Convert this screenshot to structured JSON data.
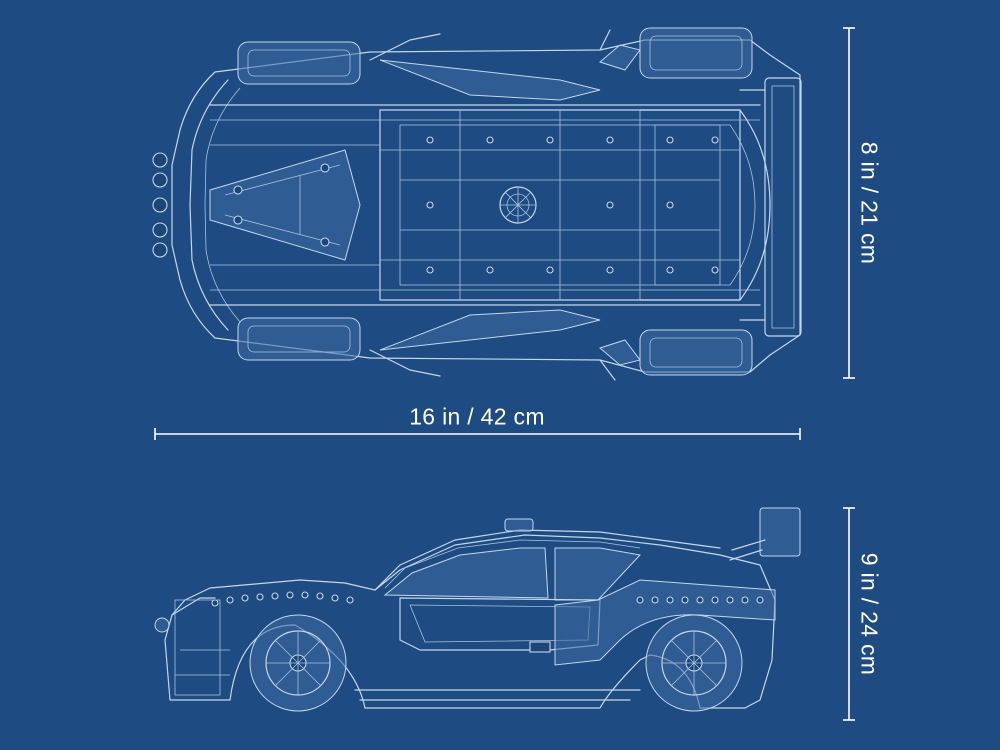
{
  "dimensions": {
    "length": "16 in / 42 cm",
    "width": "8 in / 21 cm",
    "height": "9 in / 24 cm"
  },
  "colors": {
    "background": "#1e4c82",
    "linework": "#c5d6ec",
    "dimension_text": "#ffffff"
  }
}
